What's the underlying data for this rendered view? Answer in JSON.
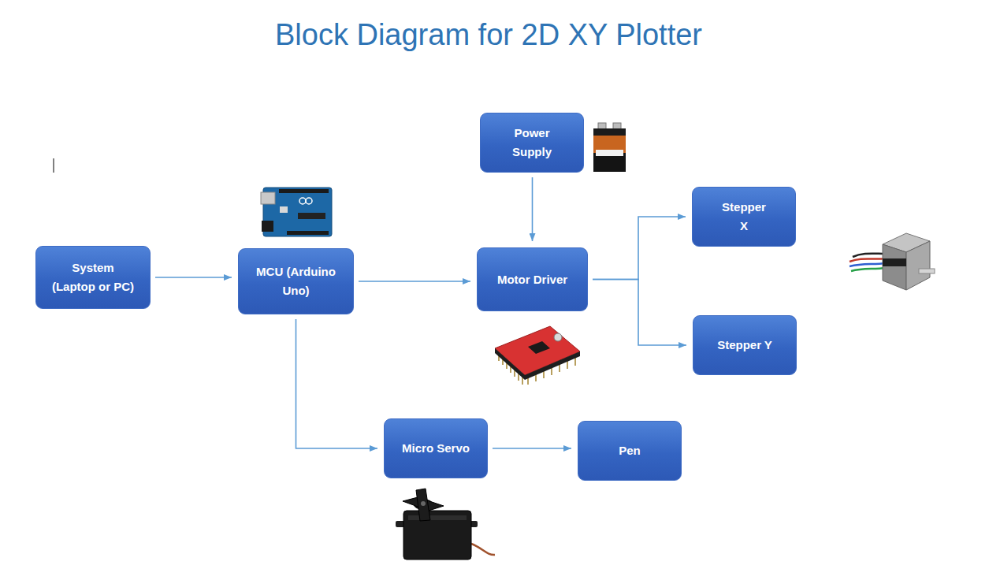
{
  "diagram": {
    "title": "Block Diagram for 2D XY Plotter",
    "nodes": [
      {
        "text": [
          "System (Laptop or PC)"
        ]
      },
      {
        "text": [
          "MCU (Arduino Uno)"
        ]
      },
      {
        "text": [
          "Power Supply"
        ]
      },
      {
        "text": [
          "Motor Driver"
        ]
      },
      {
        "text": [
          "Stepper X"
        ]
      },
      {
        "text": [
          "Stepper Y"
        ]
      },
      {
        "text": [
          "Micro Servo"
        ]
      },
      {
        "text": [
          "Pen"
        ]
      }
    ],
    "edges": [
      {
        "from": 0,
        "to": 1,
        "arrow": "to"
      },
      {
        "from": 1,
        "to": 3,
        "arrow": "to"
      },
      {
        "from": 2,
        "to": 3,
        "arrow": "to"
      },
      {
        "from": 3,
        "to": 4,
        "arrow": "to"
      },
      {
        "from": 3,
        "to": 5,
        "arrow": "to"
      },
      {
        "from": 1,
        "to": 6,
        "arrow": "to"
      },
      {
        "from": 6,
        "to": 7,
        "arrow": "to"
      }
    ]
  }
}
